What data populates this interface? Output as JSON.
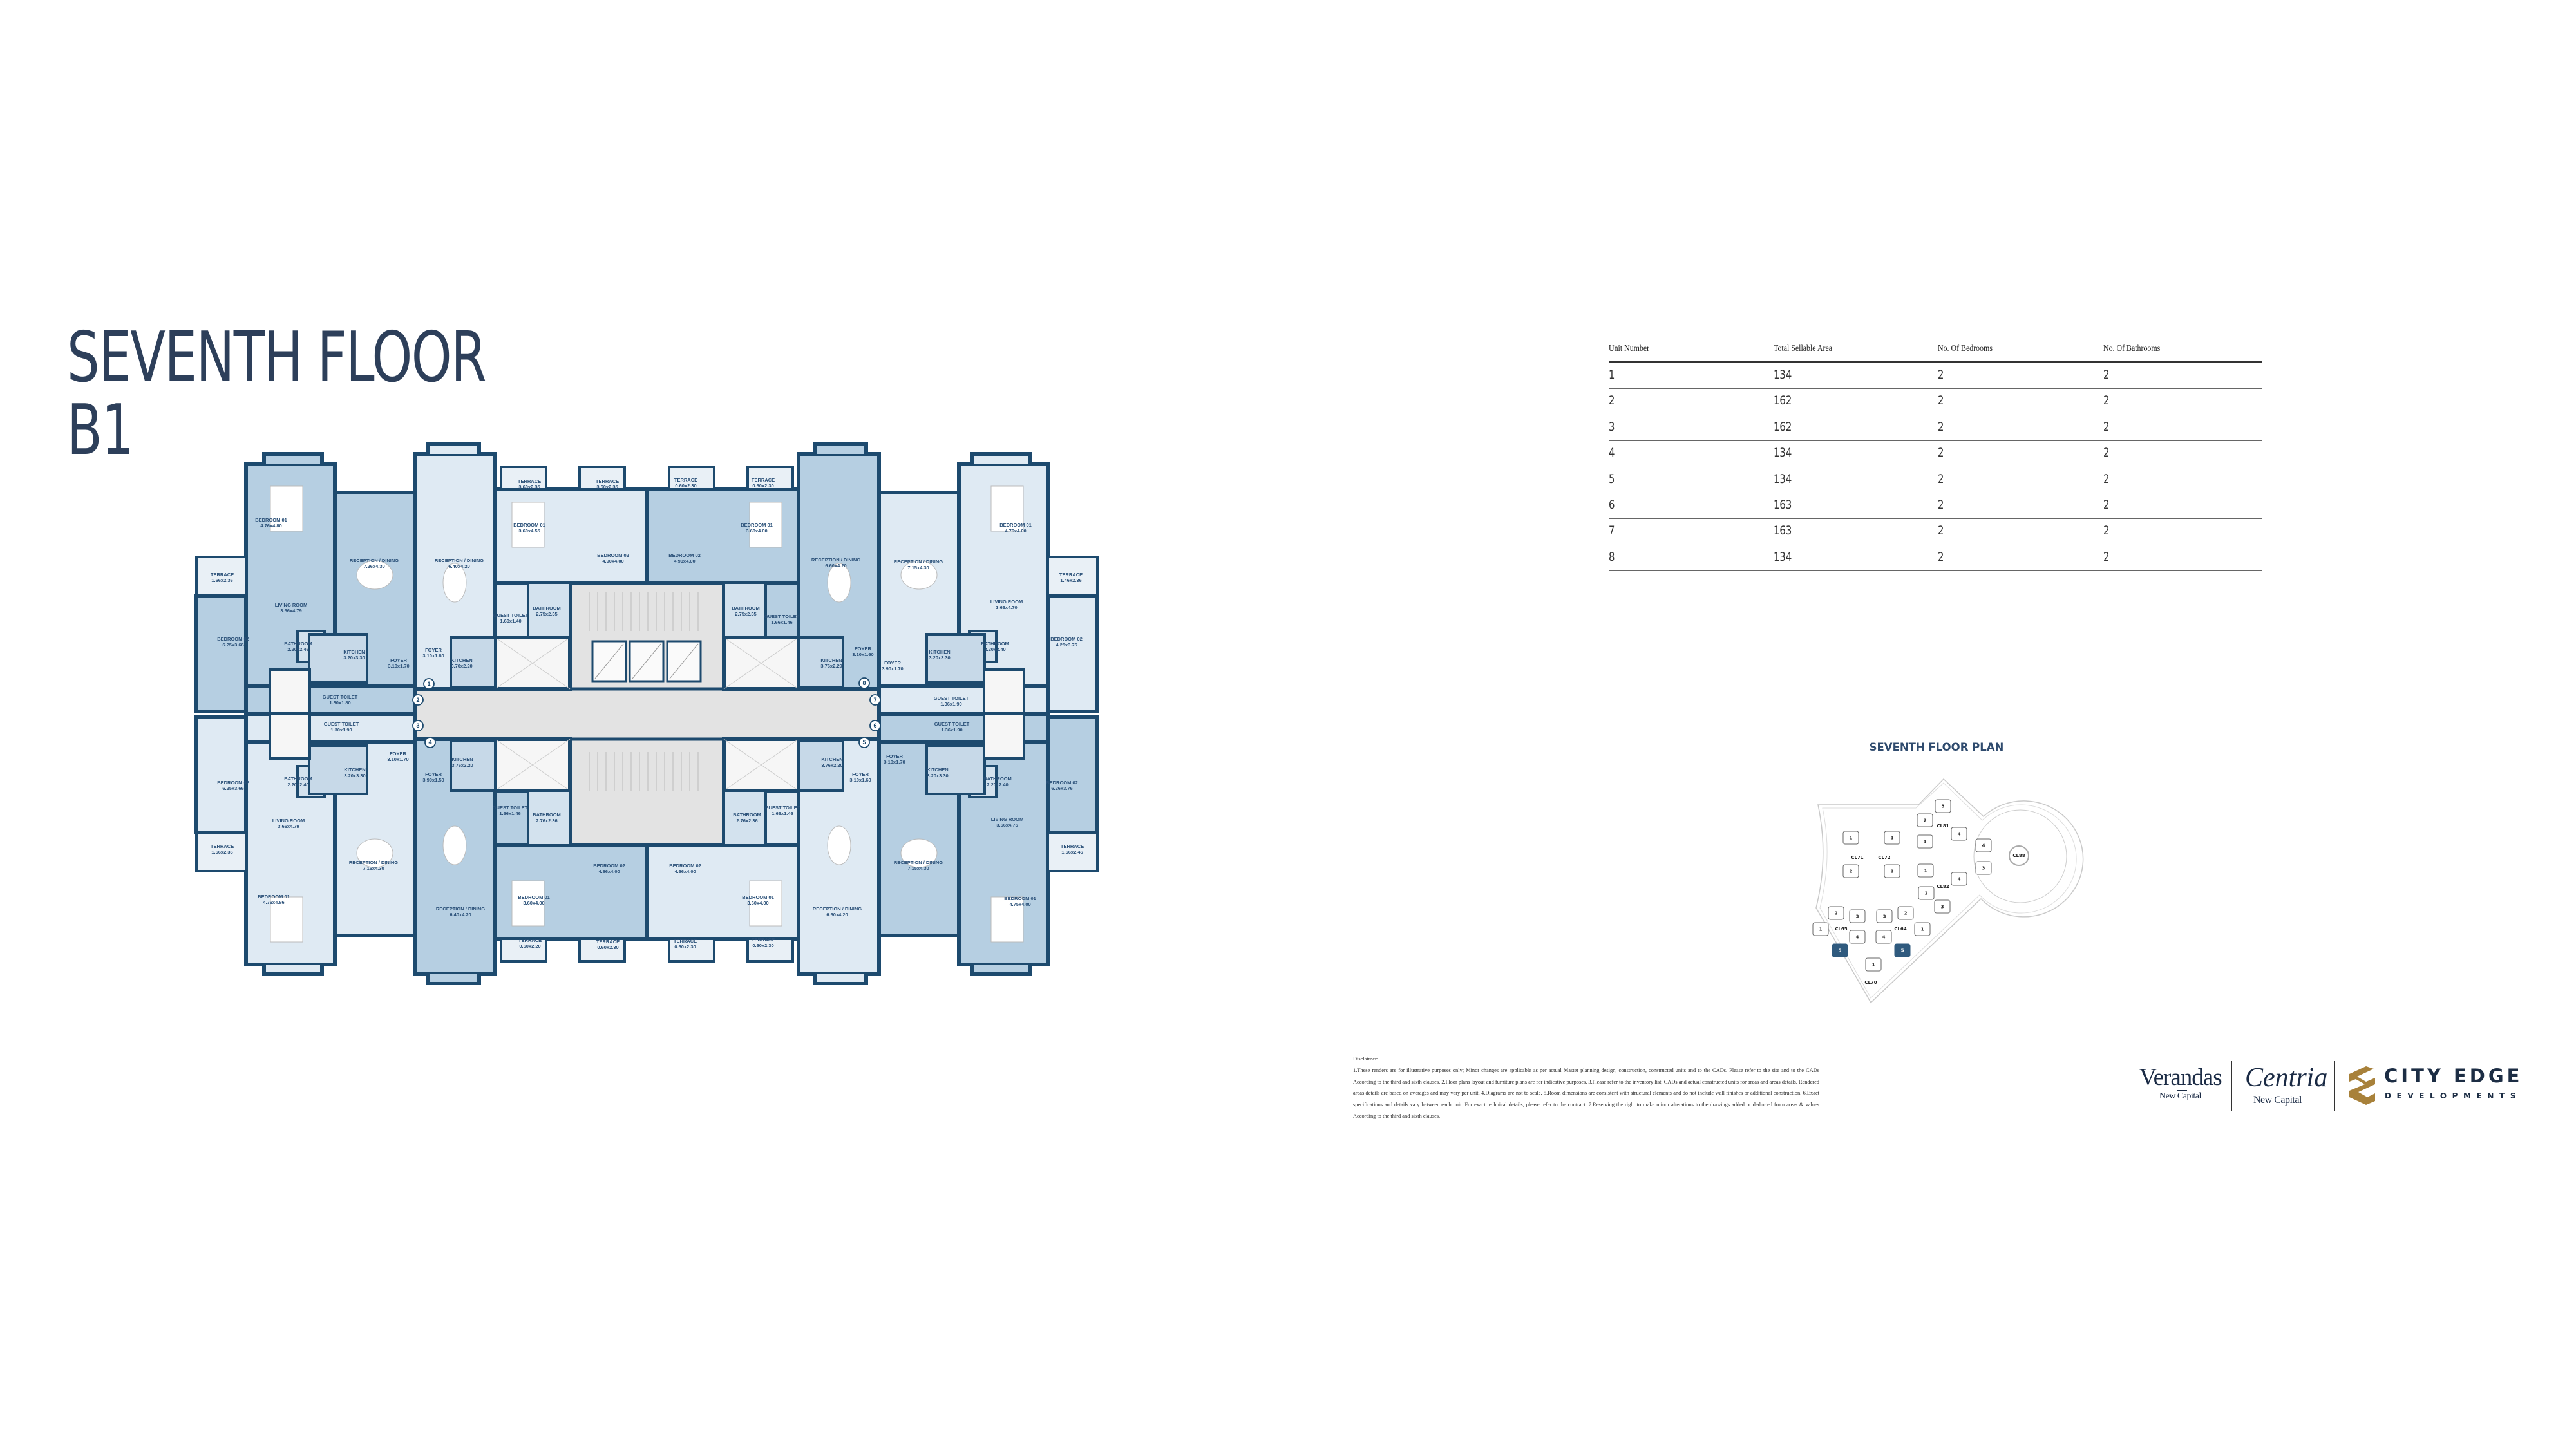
{
  "title": {
    "line1": "SEVENTH FLOOR",
    "line2": "B1"
  },
  "colors": {
    "wall": "#1d4a6e",
    "unit_mid": "#b6cfe2",
    "unit_pale": "#dfeaf3",
    "core": "#e3e3e3",
    "site_highlight": "#2f5a7e",
    "gold": "#a8813a",
    "navy": "#1c2d44"
  },
  "floor_plan": {
    "entrance_markers": [
      "1",
      "2",
      "3",
      "4",
      "5",
      "6",
      "7",
      "8"
    ],
    "rooms": [
      {
        "name": "BEDROOM 01",
        "dims": "4.76x4.80"
      },
      {
        "name": "RECEPTION / DINING",
        "dims": "7.26x4.30"
      },
      {
        "name": "TERRACE",
        "dims": "1.66x2.36"
      },
      {
        "name": "LIVING ROOM",
        "dims": "3.66x4.79"
      },
      {
        "name": "BEDROOM 02",
        "dims": "6.25x3.66"
      },
      {
        "name": "BATHROOM",
        "dims": "2.20x2.46"
      },
      {
        "name": "KITCHEN",
        "dims": "3.20x3.30"
      },
      {
        "name": "FOYER",
        "dims": "3.10x1.70"
      },
      {
        "name": "GUEST TOILET",
        "dims": "1.30x1.80"
      },
      {
        "name": "RECEPTION / DINING",
        "dims": "6.40x4.20"
      },
      {
        "name": "FOYER",
        "dims": "3.10x1.80"
      },
      {
        "name": "KITCHEN",
        "dims": "3.70x2.20"
      },
      {
        "name": "BEDROOM 01",
        "dims": "3.60x4.55"
      },
      {
        "name": "TERRACE",
        "dims": "3.60x2.35"
      },
      {
        "name": "TERRACE",
        "dims": "3.60x2.35"
      },
      {
        "name": "BEDROOM 02",
        "dims": "4.90x4.00"
      },
      {
        "name": "GUEST TOILET",
        "dims": "1.60x1.40"
      },
      {
        "name": "BATHROOM",
        "dims": "2.75x2.35"
      },
      {
        "name": "TERRACE",
        "dims": "0.60x2.30"
      },
      {
        "name": "TERRACE",
        "dims": "0.60x2.30"
      },
      {
        "name": "BEDROOM 01",
        "dims": "3.60x4.00"
      },
      {
        "name": "BEDROOM 02",
        "dims": "4.90x4.00"
      },
      {
        "name": "RECEPTION / DINING",
        "dims": "6.60x4.20"
      },
      {
        "name": "RECEPTION / DINING",
        "dims": "7.15x4.30"
      },
      {
        "name": "BEDROOM 01",
        "dims": "4.76x4.00"
      },
      {
        "name": "TERRACE",
        "dims": "1.46x2.36"
      },
      {
        "name": "LIVING ROOM",
        "dims": "3.66x4.70"
      },
      {
        "name": "BATHROOM",
        "dims": "2.75x2.35"
      },
      {
        "name": "GUEST TOILET",
        "dims": "1.66x1.46"
      },
      {
        "name": "FOYER",
        "dims": "3.10x1.60"
      },
      {
        "name": "KITCHEN",
        "dims": "3.76x2.29"
      },
      {
        "name": "FOYER",
        "dims": "3.90x1.70"
      },
      {
        "name": "KITCHEN",
        "dims": "3.20x3.30"
      },
      {
        "name": "BATHROOM",
        "dims": "2.20x2.40"
      },
      {
        "name": "BEDROOM 02",
        "dims": "4.25x3.76"
      },
      {
        "name": "GUEST TOILET",
        "dims": "1.36x1.90"
      },
      {
        "name": "GUEST TOILET",
        "dims": "1.30x1.90"
      },
      {
        "name": "FOYER",
        "dims": "3.10x1.70"
      },
      {
        "name": "KITCHEN",
        "dims": "3.20x3.30"
      },
      {
        "name": "KITCHEN",
        "dims": "3.76x2.20"
      },
      {
        "name": "FOYER",
        "dims": "3.90x1.50"
      },
      {
        "name": "BATHROOM",
        "dims": "2.20x2.40"
      },
      {
        "name": "BEDROOM 02",
        "dims": "6.25x3.66"
      },
      {
        "name": "GUEST TOILET",
        "dims": "1.66x1.46"
      },
      {
        "name": "BATHROOM",
        "dims": "2.76x2.36"
      },
      {
        "name": "LIVING ROOM",
        "dims": "3.66x4.79"
      },
      {
        "name": "TERRACE",
        "dims": "1.66x2.36"
      },
      {
        "name": "RECEPTION / DINING",
        "dims": "7.16x4.30"
      },
      {
        "name": "BEDROOM 02",
        "dims": "4.86x4.00"
      },
      {
        "name": "BEDROOM 01",
        "dims": "4.76x4.86"
      },
      {
        "name": "BEDROOM 01",
        "dims": "3.60x4.00"
      },
      {
        "name": "RECEPTION / DINING",
        "dims": "6.40x4.20"
      },
      {
        "name": "TERRACE",
        "dims": "0.60x2.20"
      },
      {
        "name": "TERRACE",
        "dims": "0.60x2.30"
      },
      {
        "name": "GUEST TOILET",
        "dims": "1.36x1.90"
      },
      {
        "name": "FOYER",
        "dims": "3.10x1.70"
      },
      {
        "name": "KITCHEN",
        "dims": "3.76x2.20"
      },
      {
        "name": "KITCHEN",
        "dims": "3.20x3.30"
      },
      {
        "name": "FOYER",
        "dims": "3.10x1.60"
      },
      {
        "name": "BATHROOM",
        "dims": "2.20x2.40"
      },
      {
        "name": "BEDROOM 02",
        "dims": "6.26x3.76"
      },
      {
        "name": "GUEST TOILET",
        "dims": "1.66x1.46"
      },
      {
        "name": "BATHROOM",
        "dims": "2.76x2.36"
      },
      {
        "name": "LIVING ROOM",
        "dims": "3.66x4.75"
      },
      {
        "name": "TERRACE",
        "dims": "1.66x2.46"
      },
      {
        "name": "RECEPTION / DINING",
        "dims": "7.15x4.30"
      },
      {
        "name": "BEDROOM 02",
        "dims": "4.66x4.00"
      },
      {
        "name": "BEDROOM 01",
        "dims": "4.75x4.00"
      },
      {
        "name": "BEDROOM 01",
        "dims": "3.60x4.00"
      },
      {
        "name": "RECEPTION / DINING",
        "dims": "6.60x4.20"
      },
      {
        "name": "TERRACE",
        "dims": "0.60x2.30"
      },
      {
        "name": "TERRACE",
        "dims": "0.60x2.30"
      }
    ]
  },
  "unit_table": {
    "headers": [
      "Unit Number",
      "Total Sellable Area",
      "No. Of Bedrooms",
      "No. Of Bathrooms"
    ],
    "rows": [
      [
        "1",
        "134",
        "2",
        "2"
      ],
      [
        "2",
        "162",
        "2",
        "2"
      ],
      [
        "3",
        "162",
        "2",
        "2"
      ],
      [
        "4",
        "134",
        "2",
        "2"
      ],
      [
        "5",
        "134",
        "2",
        "2"
      ],
      [
        "6",
        "163",
        "2",
        "2"
      ],
      [
        "7",
        "163",
        "2",
        "2"
      ],
      [
        "8",
        "134",
        "2",
        "2"
      ]
    ]
  },
  "site_plan": {
    "title": "SEVENTH FLOOR PLAN",
    "clusters": [
      "CL71",
      "CL72",
      "CL81",
      "CL82",
      "CL88",
      "CL65",
      "CL64",
      "CL70"
    ],
    "units": [
      {
        "label": "1"
      },
      {
        "label": "2"
      },
      {
        "label": "1"
      },
      {
        "label": "2"
      },
      {
        "label": "3"
      },
      {
        "label": "2"
      },
      {
        "label": "1"
      },
      {
        "label": "4"
      },
      {
        "label": "1"
      },
      {
        "label": "2"
      },
      {
        "label": "3"
      },
      {
        "label": "4"
      },
      {
        "label": "4"
      },
      {
        "label": "3"
      },
      {
        "label": "2"
      },
      {
        "label": "3"
      },
      {
        "label": "1"
      },
      {
        "label": "4"
      },
      {
        "label": "5",
        "highlighted": true
      },
      {
        "label": "3"
      },
      {
        "label": "2"
      },
      {
        "label": "1"
      },
      {
        "label": "4"
      },
      {
        "label": "5",
        "highlighted": true
      },
      {
        "label": "1"
      }
    ]
  },
  "disclaimer": {
    "heading": "Disclaimer:",
    "body": "1.These renders are for illustrative purposes only; Minor changes are applicable as per actual Master planning design, construction, constructed units and to the CADs. Please refer to the site and to the CADs According to the third and sixth clauses. 2.Floor plans layout and furniture plans are for indicative purposes. 3.Please refer to the inventory list, CADs and actual constructed units for areas and areas details. Rendered areas details are based on averages and may vary per unit. 4.Diagrams are not to scale. 5.Room dimensions are consistent with structural elements and do not include wall finishes or additional construction. 6.Exact specifications and details vary between each unit. For exact technical details, please refer to the contract. 7.Reserving the right to make minor alterations to the drawings added or deducted from areas & values According to the third and sixth clauses."
  },
  "logos": {
    "verandas": {
      "name": "Verandas",
      "sub": "New Capital"
    },
    "centria": {
      "name": "Centria",
      "sub": "New Capital"
    },
    "city_edge": {
      "name": "CITY EDGE",
      "sub": "DEVELOPMENTS"
    }
  }
}
